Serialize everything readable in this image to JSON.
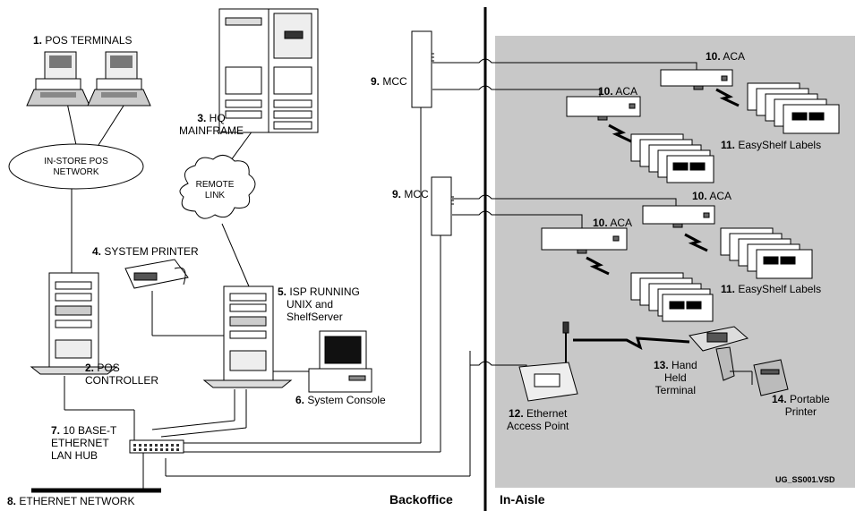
{
  "labels": {
    "pos_terminals": {
      "num": "1.",
      "text": "POS TERMINALS"
    },
    "pos_controller": {
      "num": "2.",
      "text": "POS",
      "text2": "CONTROLLER"
    },
    "hq_mainframe": {
      "num": "3.",
      "text": "HQ",
      "text2": "MAINFRAME"
    },
    "system_printer": {
      "num": "4.",
      "text": "SYSTEM PRINTER"
    },
    "isp": {
      "num": "5.",
      "text": "ISP RUNNING",
      "text2": "UNIX and",
      "text3": "ShelfServer"
    },
    "system_console": {
      "num": "6.",
      "text": "System Console"
    },
    "lan_hub": {
      "num": "7.",
      "text": "10 BASE-T",
      "text2": "ETHERNET",
      "text3": "LAN HUB"
    },
    "ethernet_network": {
      "num": "8.",
      "text": "ETHERNET NETWORK"
    },
    "mcc_top": {
      "num": "9.",
      "text": "MCC"
    },
    "mcc_bottom": {
      "num": "9.",
      "text": "MCC"
    },
    "aca_1": {
      "num": "10.",
      "text": "ACA"
    },
    "aca_2": {
      "num": "10.",
      "text": "ACA"
    },
    "aca_3": {
      "num": "10.",
      "text": "ACA"
    },
    "aca_4": {
      "num": "10.",
      "text": "ACA"
    },
    "easyshelf_top": {
      "num": "11.",
      "text": "EasyShelf Labels"
    },
    "easyshelf_bottom": {
      "num": "11.",
      "text": "EasyShelf Labels"
    },
    "access_point": {
      "num": "12.",
      "text": "Ethernet",
      "text2": "Access Point"
    },
    "hand_held": {
      "num": "13.",
      "text": "Hand",
      "text2": "Held",
      "text3": "Terminal"
    },
    "portable_printer": {
      "num": "14.",
      "text": "Portable",
      "text2": "Printer"
    }
  },
  "clouds": {
    "pos_network": [
      "IN-STORE POS",
      "NETWORK"
    ],
    "remote_link": [
      "REMOTE",
      "LINK"
    ]
  },
  "sections": {
    "backoffice": "Backoffice",
    "in_aisle": "In-Aisle"
  },
  "doc_id": "UG_SS001.VSD",
  "colors": {
    "in_aisle_bg": "#c8c8c8",
    "line": "#000000"
  }
}
